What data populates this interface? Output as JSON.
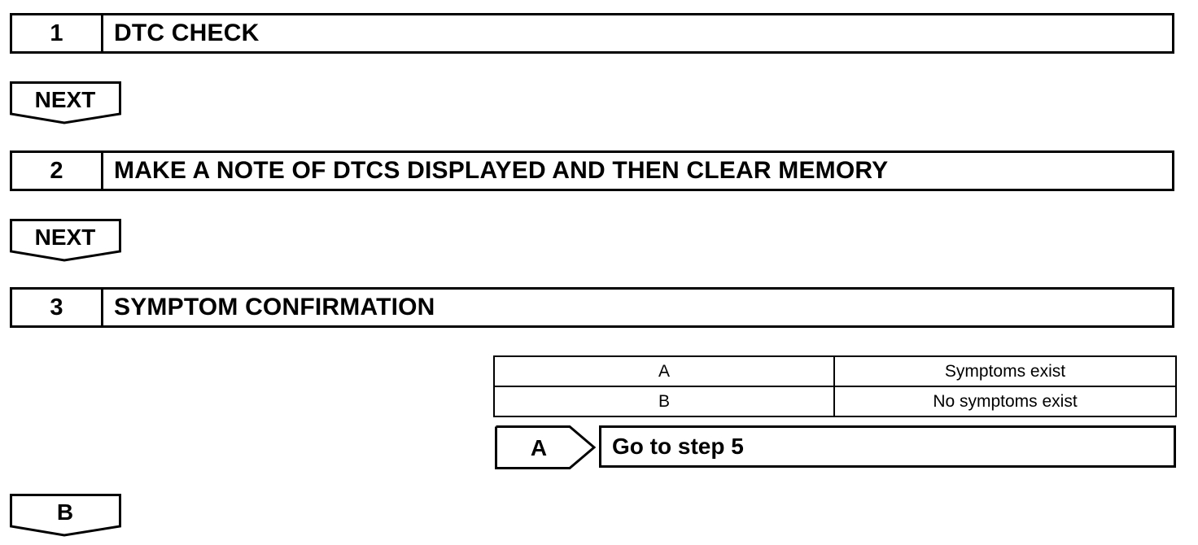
{
  "steps": [
    {
      "number": "1",
      "title": "DTC CHECK"
    },
    {
      "number": "2",
      "title": "MAKE A NOTE OF DTCS DISPLAYED AND THEN CLEAR MEMORY"
    },
    {
      "number": "3",
      "title": "SYMPTOM CONFIRMATION"
    }
  ],
  "flow_labels": [
    "NEXT",
    "NEXT",
    "B"
  ],
  "result_table": {
    "rows": [
      {
        "result": "A",
        "condition": "Symptoms exist"
      },
      {
        "result": "B",
        "condition": "No symptoms exist"
      }
    ]
  },
  "branch": {
    "label": "A",
    "action": "Go to step 5"
  }
}
